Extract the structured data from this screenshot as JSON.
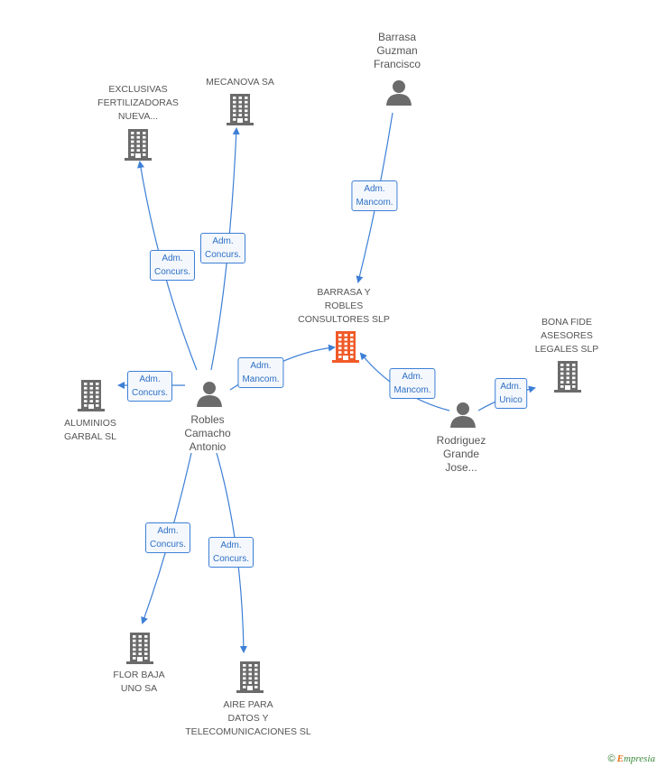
{
  "nodes": {
    "exclusivas": {
      "label": "EXCLUSIVAS\nFERTILIZADORAS\nNUEVA...",
      "kind": "company",
      "color": "#6b6b6b"
    },
    "mecanova": {
      "label": "MECANOVA SA",
      "kind": "company",
      "color": "#6b6b6b"
    },
    "barrasa_guzman": {
      "label": "Barrasa\nGuzman\nFrancisco",
      "kind": "person",
      "color": "#6b6b6b"
    },
    "barrasa_robles": {
      "label": "BARRASA Y\nROBLES\nCONSULTORES SLP",
      "kind": "company",
      "color": "#f05a28"
    },
    "bona_fide": {
      "label": "BONA FIDE\nASESORES\nLEGALES SLP",
      "kind": "company",
      "color": "#6b6b6b"
    },
    "aluminios": {
      "label": "ALUMINIOS\nGARBAL SL",
      "kind": "company",
      "color": "#6b6b6b"
    },
    "robles_camacho": {
      "label": "Robles\nCamacho\nAntonio",
      "kind": "person",
      "color": "#6b6b6b"
    },
    "rodriguez": {
      "label": "Rodriguez\nGrande\nJose...",
      "kind": "person",
      "color": "#6b6b6b"
    },
    "flor_baja": {
      "label": "FLOR BAJA\nUNO SA",
      "kind": "company",
      "color": "#6b6b6b"
    },
    "aire_para": {
      "label": "AIRE PARA\nDATOS Y\nTELECOMUNICACIONES SL",
      "kind": "company",
      "color": "#6b6b6b"
    }
  },
  "edges": [
    {
      "from": "robles_camacho",
      "to": "exclusivas",
      "label": "Adm.\nConcurs."
    },
    {
      "from": "robles_camacho",
      "to": "mecanova",
      "label": "Adm.\nConcurs."
    },
    {
      "from": "barrasa_guzman",
      "to": "barrasa_robles",
      "label": "Adm.\nMancom."
    },
    {
      "from": "robles_camacho",
      "to": "aluminios",
      "label": "Adm.\nConcurs."
    },
    {
      "from": "robles_camacho",
      "to": "barrasa_robles",
      "label": "Adm.\nMancom."
    },
    {
      "from": "rodriguez",
      "to": "barrasa_robles",
      "label": "Adm.\nMancom."
    },
    {
      "from": "rodriguez",
      "to": "bona_fide",
      "label": "Adm.\nUnico"
    },
    {
      "from": "robles_camacho",
      "to": "flor_baja",
      "label": "Adm.\nConcurs."
    },
    {
      "from": "robles_camacho",
      "to": "aire_para",
      "label": "Adm.\nConcurs."
    }
  ],
  "colors": {
    "edge": "#3d7fd6",
    "icon": "#6b6b6b",
    "focus": "#f05a28"
  },
  "brand": {
    "copyright": "©",
    "name_initial": "E",
    "name_rest": "mpresia"
  }
}
